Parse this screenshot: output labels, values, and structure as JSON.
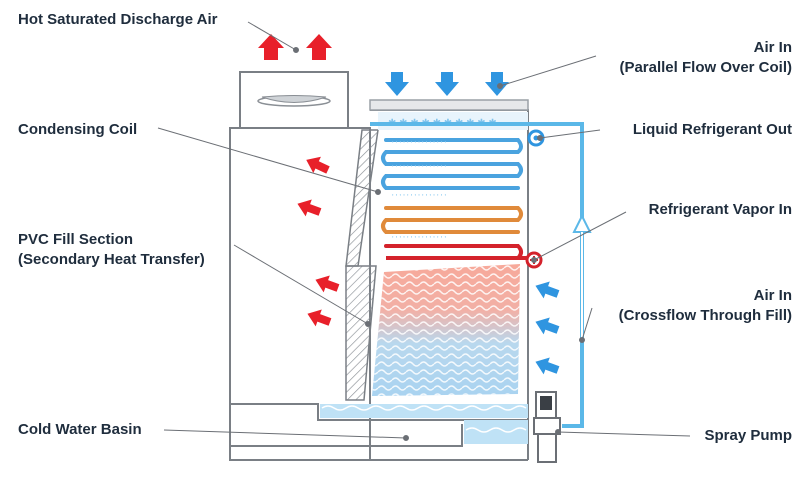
{
  "labels": {
    "hot_air": "Hot Saturated Discharge Air",
    "air_in_top_1": "Air In",
    "air_in_top_2": "(Parallel Flow Over Coil)",
    "condensing_coil": "Condensing Coil",
    "liquid_out": "Liquid Refrigerant Out",
    "vapor_in": "Refrigerant Vapor In",
    "pvc_fill_1": "PVC Fill Section",
    "pvc_fill_2": "(Secondary Heat Transfer)",
    "air_in_side_1": "Air In",
    "air_in_side_2": "(Crossflow Through Fill)",
    "cold_basin": "Cold Water Basin",
    "spray_pump": "Spray Pump"
  },
  "colors": {
    "outline": "#7a7f85",
    "air_hot": "#e8202a",
    "air_cool": "#2f95e0",
    "water": "#5bb8e8",
    "coil_cold": "#4aa3df",
    "coil_mid": "#e08a3a",
    "coil_hot": "#d4222b",
    "label_text": "#1f2d3d",
    "leader": "#6b6f75"
  }
}
